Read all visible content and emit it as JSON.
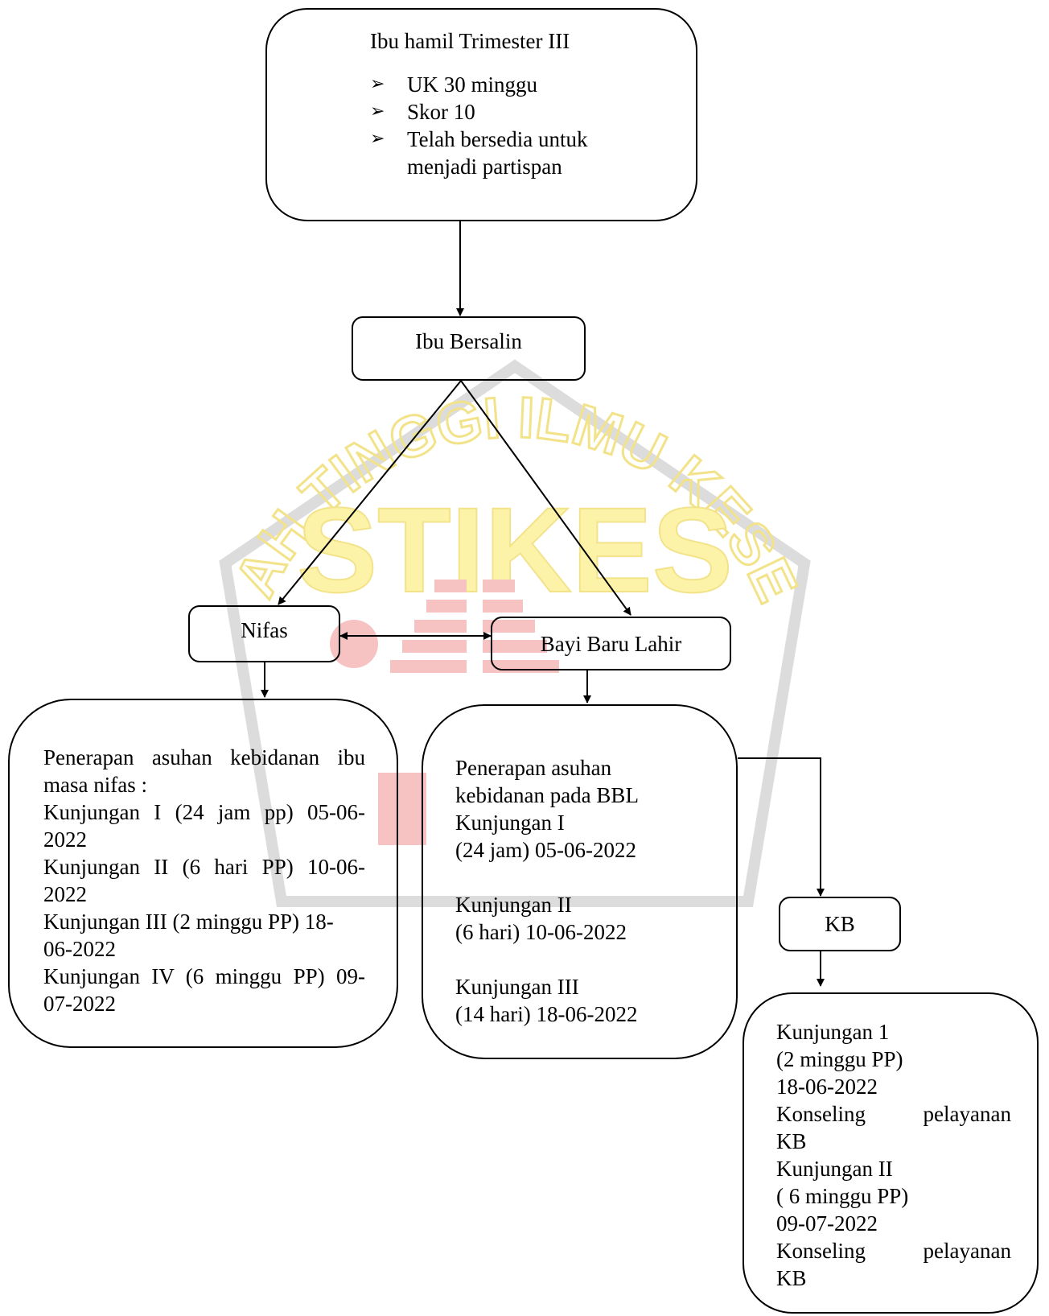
{
  "watermark": {
    "top_text": "SEKOLAH TINGGI ILMU KESEHATAN",
    "center_text": "STIKES",
    "colors": {
      "yellow": "#fdf3a8",
      "red": "#f7b3b3",
      "outline": "#dcdcdc"
    }
  },
  "top_box": {
    "title": "Ibu hamil Trimester III",
    "items": [
      "UK 30 minggu",
      "Skor 10",
      "Telah bersedia untuk menjadi partispan"
    ]
  },
  "bersalin_box": {
    "label": "Ibu Bersalin"
  },
  "nifas_box": {
    "label": "Nifas"
  },
  "bbl_box": {
    "label": "Bayi Baru Lahir"
  },
  "kb_box": {
    "label": "KB"
  },
  "nifas_detail": {
    "lines": [
      "Penerapan asuhan kebidanan ibu",
      "masa nifas :",
      "Kunjungan I (24 jam pp) 05-06-",
      "2022",
      "Kunjungan II (6 hari  PP) 10-06-",
      "2022",
      "Kunjungan III (2 minggu  PP) 18-",
      "06-2022",
      "Kunjungan IV (6 minggu PP) 09-",
      "07-2022"
    ]
  },
  "bbl_detail": {
    "lines": [
      "Penerapan asuhan",
      "kebidanan pada BBL",
      "Kunjungan I",
      "(24  jam) 05-06-2022",
      "",
      "Kunjungan  II",
      "(6 hari) 10-06-2022",
      "",
      "Kunjungan III",
      "(14 hari) 18-06-2022"
    ]
  },
  "kb_detail": {
    "lines": [
      "Kunjungan 1",
      "(2 minggu PP)",
      "18-06-2022",
      "Konseling pelayanan",
      "KB",
      "Kunjungan II",
      "( 6 minggu PP)",
      "09-07-2022",
      "Konseling pelayanan",
      "KB"
    ]
  }
}
